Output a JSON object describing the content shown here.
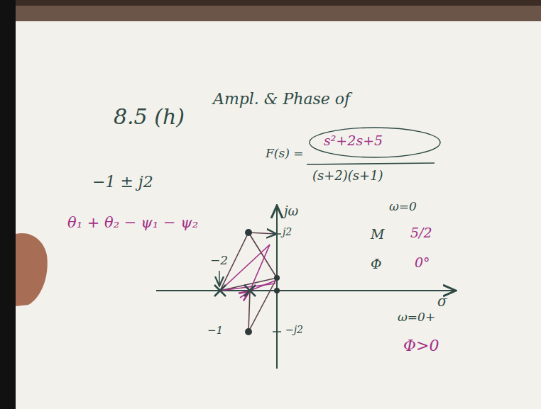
{
  "diagram": {
    "labels": [
      "8.5 (h)",
      "Ampl. & Phase of",
      "F(s) =",
      "s²+2s+5",
      "(s+2)(s+1)",
      "−1 ± j2",
      "θ₁ + θ₂ −",
      "ψ₁ − ψ₂",
      "jω",
      "σ",
      "j2",
      "−j2",
      "−2",
      "−1",
      "ω=0",
      "M",
      "5/2",
      "Φ",
      "0°",
      "ω=0+",
      "Φ>0"
    ]
  }
}
